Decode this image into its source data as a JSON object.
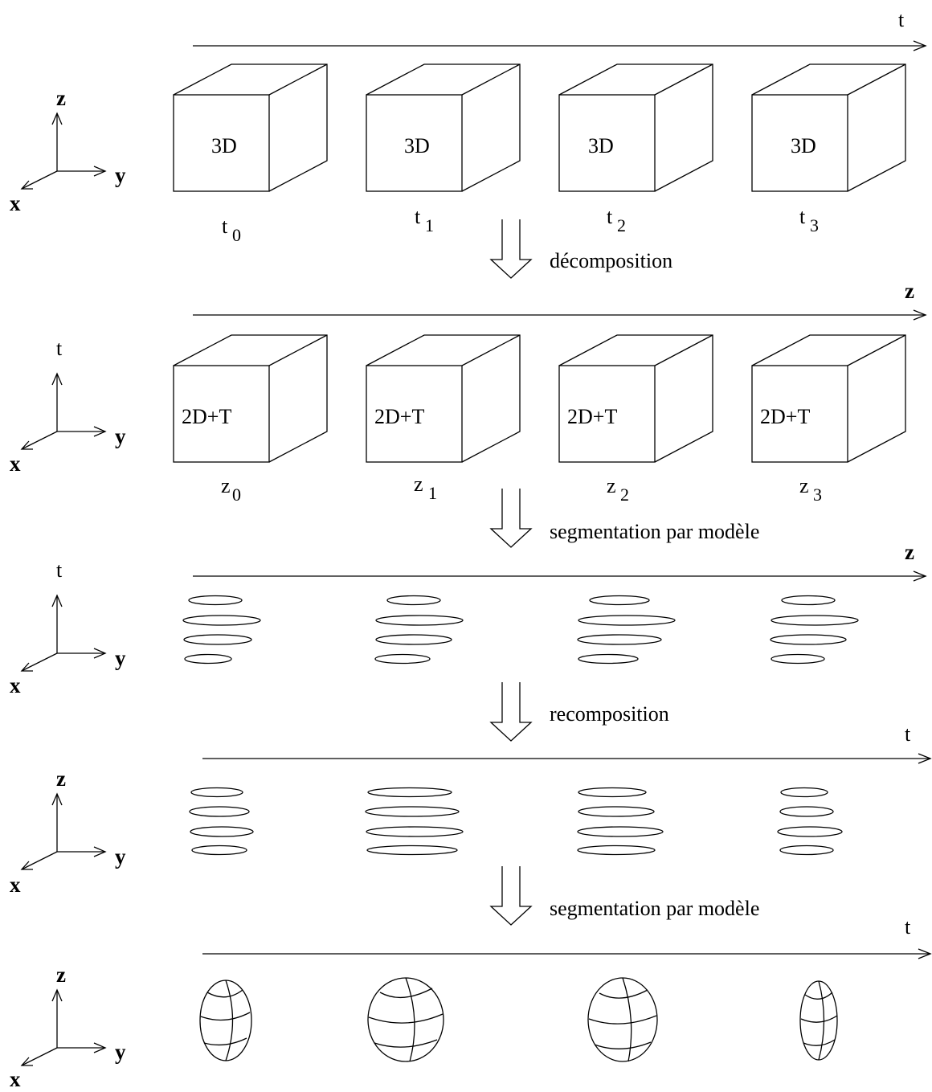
{
  "rows": [
    {
      "timeline_label": "t",
      "axes": {
        "up": "z",
        "right": "y",
        "diag": "x"
      },
      "items": [
        {
          "text": "3D",
          "sub_main": "t",
          "sub_idx": "0"
        },
        {
          "text": "3D",
          "sub_main": "t",
          "sub_idx": "1"
        },
        {
          "text": "3D",
          "sub_main": "t",
          "sub_idx": "2"
        },
        {
          "text": "3D",
          "sub_main": "t",
          "sub_idx": "3"
        }
      ]
    },
    {
      "timeline_label": "z",
      "axes": {
        "up": "t",
        "right": "y",
        "diag": "x"
      },
      "items": [
        {
          "text": "2D+T",
          "sub_main": "z",
          "sub_idx": "0"
        },
        {
          "text": "2D+T",
          "sub_main": "z",
          "sub_idx": "1"
        },
        {
          "text": "2D+T",
          "sub_main": "z",
          "sub_idx": "2"
        },
        {
          "text": "2D+T",
          "sub_main": "z",
          "sub_idx": "3"
        }
      ]
    },
    {
      "timeline_label": "z",
      "axes": {
        "up": "t",
        "right": "y",
        "diag": "x"
      },
      "slice_groups": 4
    },
    {
      "timeline_label": "t",
      "axes": {
        "up": "z",
        "right": "y",
        "diag": "x"
      },
      "slice_groups": 4
    },
    {
      "timeline_label": "t",
      "axes": {
        "up": "z",
        "right": "y",
        "diag": "x"
      },
      "surfaces": 4
    }
  ],
  "steps": [
    {
      "label": "décomposition"
    },
    {
      "label": "segmentation par modèle"
    },
    {
      "label": "recomposition"
    },
    {
      "label": "segmentation par modèle"
    }
  ]
}
